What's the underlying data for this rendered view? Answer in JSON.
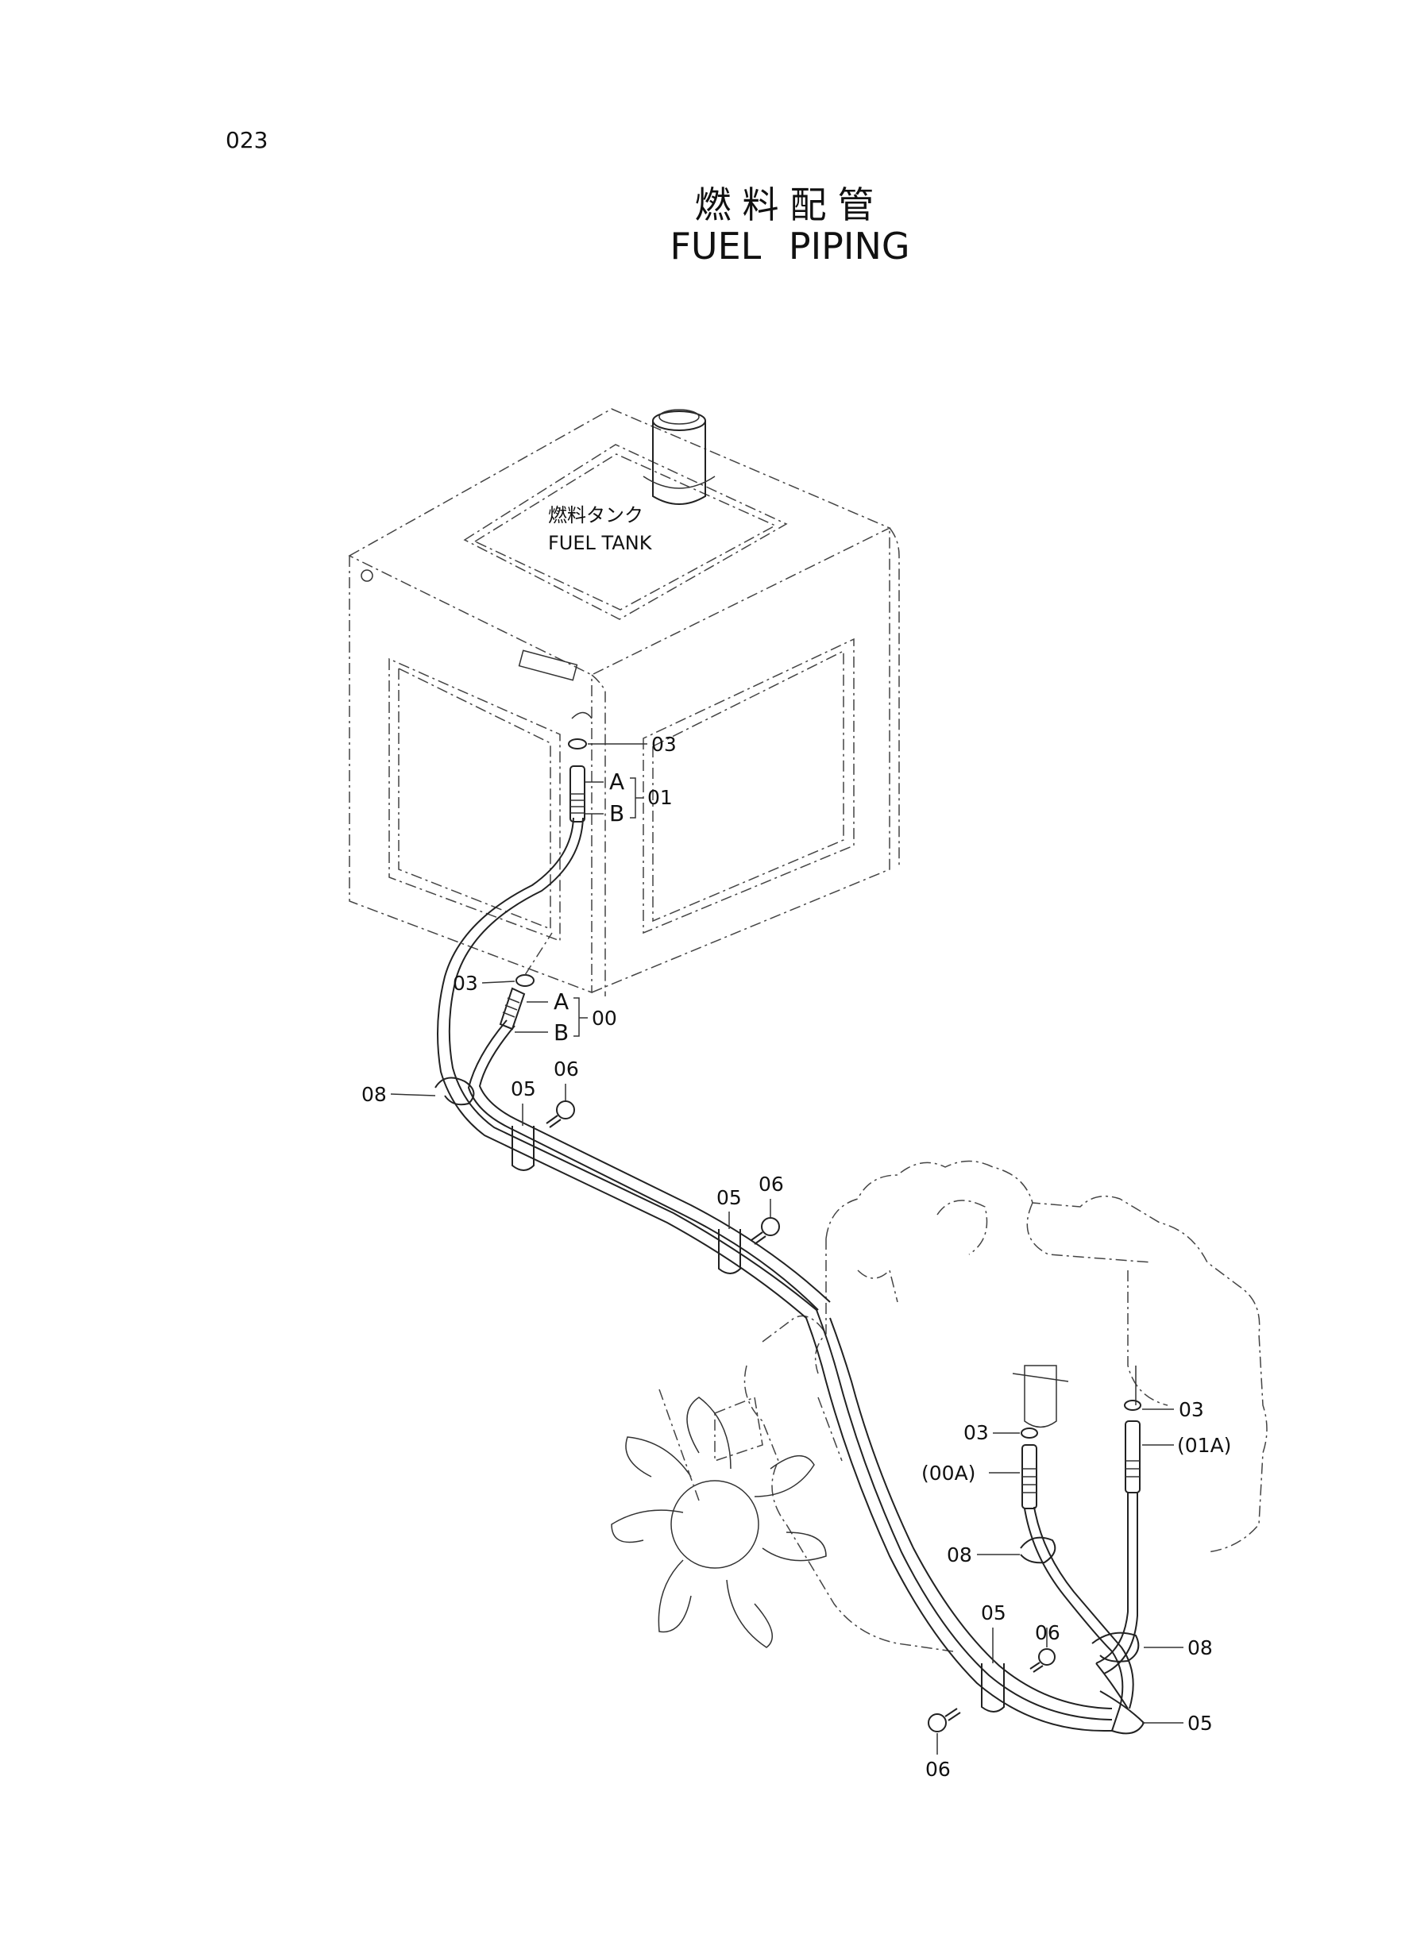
{
  "page_number": "023",
  "title": {
    "japanese": "燃料配管",
    "english": "FUEL  PIPING"
  },
  "fuel_tank": {
    "label_jp": "燃料タンク",
    "label_en": "FUEL TANK"
  },
  "callouts": {
    "c03_top": "03",
    "a_top": "A",
    "b_top": "B",
    "c01": "01",
    "c03_mid": "03",
    "a_mid": "A",
    "b_mid": "B",
    "c00": "00",
    "c06_a": "06",
    "c08_a": "08",
    "c05_a": "05",
    "c06_b": "06",
    "c05_b": "05",
    "c03_left": "03",
    "c00a": "(00A)",
    "c08_b": "08",
    "c03_right": "03",
    "c01a": "(01A)",
    "c05_c": "05",
    "c06_c": "06",
    "c08_c": "08",
    "c05_d": "05",
    "c06_d": "06"
  }
}
